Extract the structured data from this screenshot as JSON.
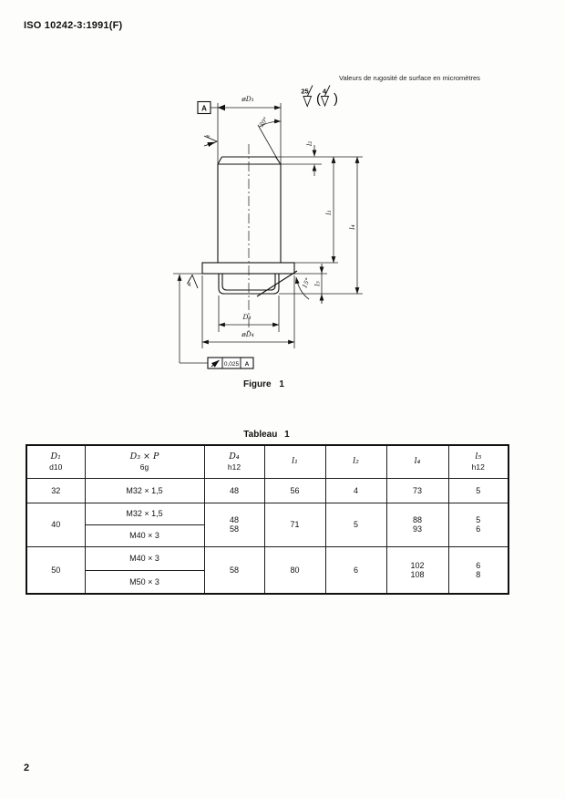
{
  "page": {
    "header": "ISO 10242-3:1991(F)",
    "page_number": "2"
  },
  "figure": {
    "caption": "Figure 1",
    "roughness_note": "Valeurs de rugosité de surface en micromètres",
    "roughness_general_value": "25",
    "roughness_specific_value": "4",
    "open_paren": "(",
    "close_paren": ")",
    "labels": {
      "phi_d1": "øD₁",
      "angle_top": "30°",
      "l1": "l₁",
      "l2": "l₂",
      "l4": "l₄",
      "l5": "l₅",
      "angle_chamfer": "15°",
      "d3": "D₃",
      "phi_d4": "øD₄",
      "roughness_left": "4",
      "roughness_bottom": "4"
    },
    "datum_letter": "A",
    "tolerance": {
      "symbol": "runout-arrow",
      "value": "0,025",
      "datum": "A"
    }
  },
  "table": {
    "title": "Tableau 1",
    "headers": [
      {
        "sym": "D₁",
        "tol": "d10"
      },
      {
        "sym": "D₃ × P",
        "tol": "6g"
      },
      {
        "sym": "D₄",
        "tol": "h12"
      },
      {
        "sym": "l₁",
        "tol": ""
      },
      {
        "sym": "l₂",
        "tol": ""
      },
      {
        "sym": "l₄",
        "tol": ""
      },
      {
        "sym": "l₅",
        "tol": "h12"
      }
    ],
    "row32": {
      "d1": "32",
      "thread": "M32 × 1,5",
      "d4": "48",
      "l1": "56",
      "l2": "4",
      "l4": "73",
      "l5": "5"
    },
    "group40": {
      "d1": "40",
      "threads": [
        "M32 × 1,5",
        "M40 × 3"
      ],
      "d4": [
        "48",
        "58"
      ],
      "l1": "71",
      "l2": "5",
      "l4": [
        "88",
        "93"
      ],
      "l5": [
        "5",
        "6"
      ]
    },
    "group50": {
      "d1": "50",
      "threads": [
        "M40 × 3",
        "M50 × 3"
      ],
      "d4": "58",
      "l1": "80",
      "l2": "6",
      "l4": [
        "102",
        "108"
      ],
      "l5": [
        "6",
        "8"
      ]
    }
  }
}
